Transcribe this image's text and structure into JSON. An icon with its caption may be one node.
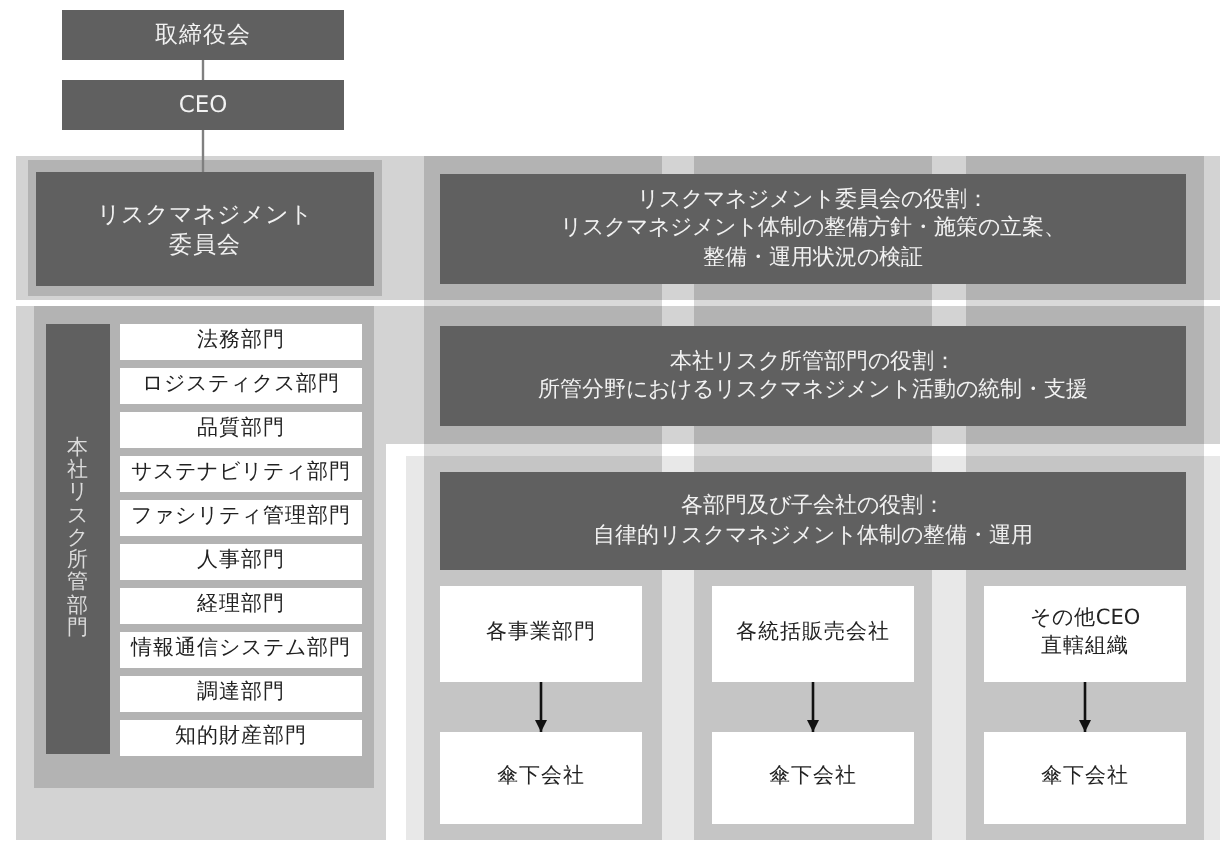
{
  "diagram": {
    "nodes": [
      {
        "text": [
          "取締役会"
        ]
      },
      {
        "text": [
          "CEO"
        ]
      },
      {
        "text": [
          "リスクマネジメント委員会"
        ]
      },
      {
        "text": [
          "リスクマネジメント委員会の役割：",
          "リスクマネジメント体制の整備方針・施策の立案、整備・運用状況の検証"
        ]
      },
      {
        "text": [
          "本社リスク所管部門"
        ]
      },
      {
        "text": [
          "法務部門"
        ]
      },
      {
        "text": [
          "ロジスティクス部門"
        ]
      },
      {
        "text": [
          "品質部門"
        ]
      },
      {
        "text": [
          "サステナビリティ部門"
        ]
      },
      {
        "text": [
          "ファシリティ管理部門"
        ]
      },
      {
        "text": [
          "人事部門"
        ]
      },
      {
        "text": [
          "経理部門"
        ]
      },
      {
        "text": [
          "情報通信システム部門"
        ]
      },
      {
        "text": [
          "調達部門"
        ]
      },
      {
        "text": [
          "知的財産部門"
        ]
      },
      {
        "text": [
          "本社リスク所管部門の役割：",
          "所管分野におけるリスクマネジメント活動の統制・支援"
        ]
      },
      {
        "text": [
          "各部門及び子会社の役割：",
          "自律的リスクマネジメント体制の整備・運用"
        ]
      },
      {
        "text": [
          "各事業部門"
        ]
      },
      {
        "text": [
          "各統括販売会社"
        ]
      },
      {
        "text": [
          "その他CEO直轄組織"
        ]
      },
      {
        "text": [
          "傘下会社"
        ]
      },
      {
        "text": [
          "傘下会社"
        ]
      },
      {
        "text": [
          "傘下会社"
        ]
      }
    ],
    "edges": [
      {
        "from": 0,
        "to": 1,
        "arrow": "none",
        "color": "#808080"
      },
      {
        "from": 1,
        "to": 2,
        "arrow": "none",
        "color": "#808080"
      },
      {
        "from": 17,
        "to": 20,
        "arrow": "to"
      },
      {
        "from": 18,
        "to": 21,
        "arrow": "to"
      },
      {
        "from": 19,
        "to": 22,
        "arrow": "to"
      }
    ]
  }
}
